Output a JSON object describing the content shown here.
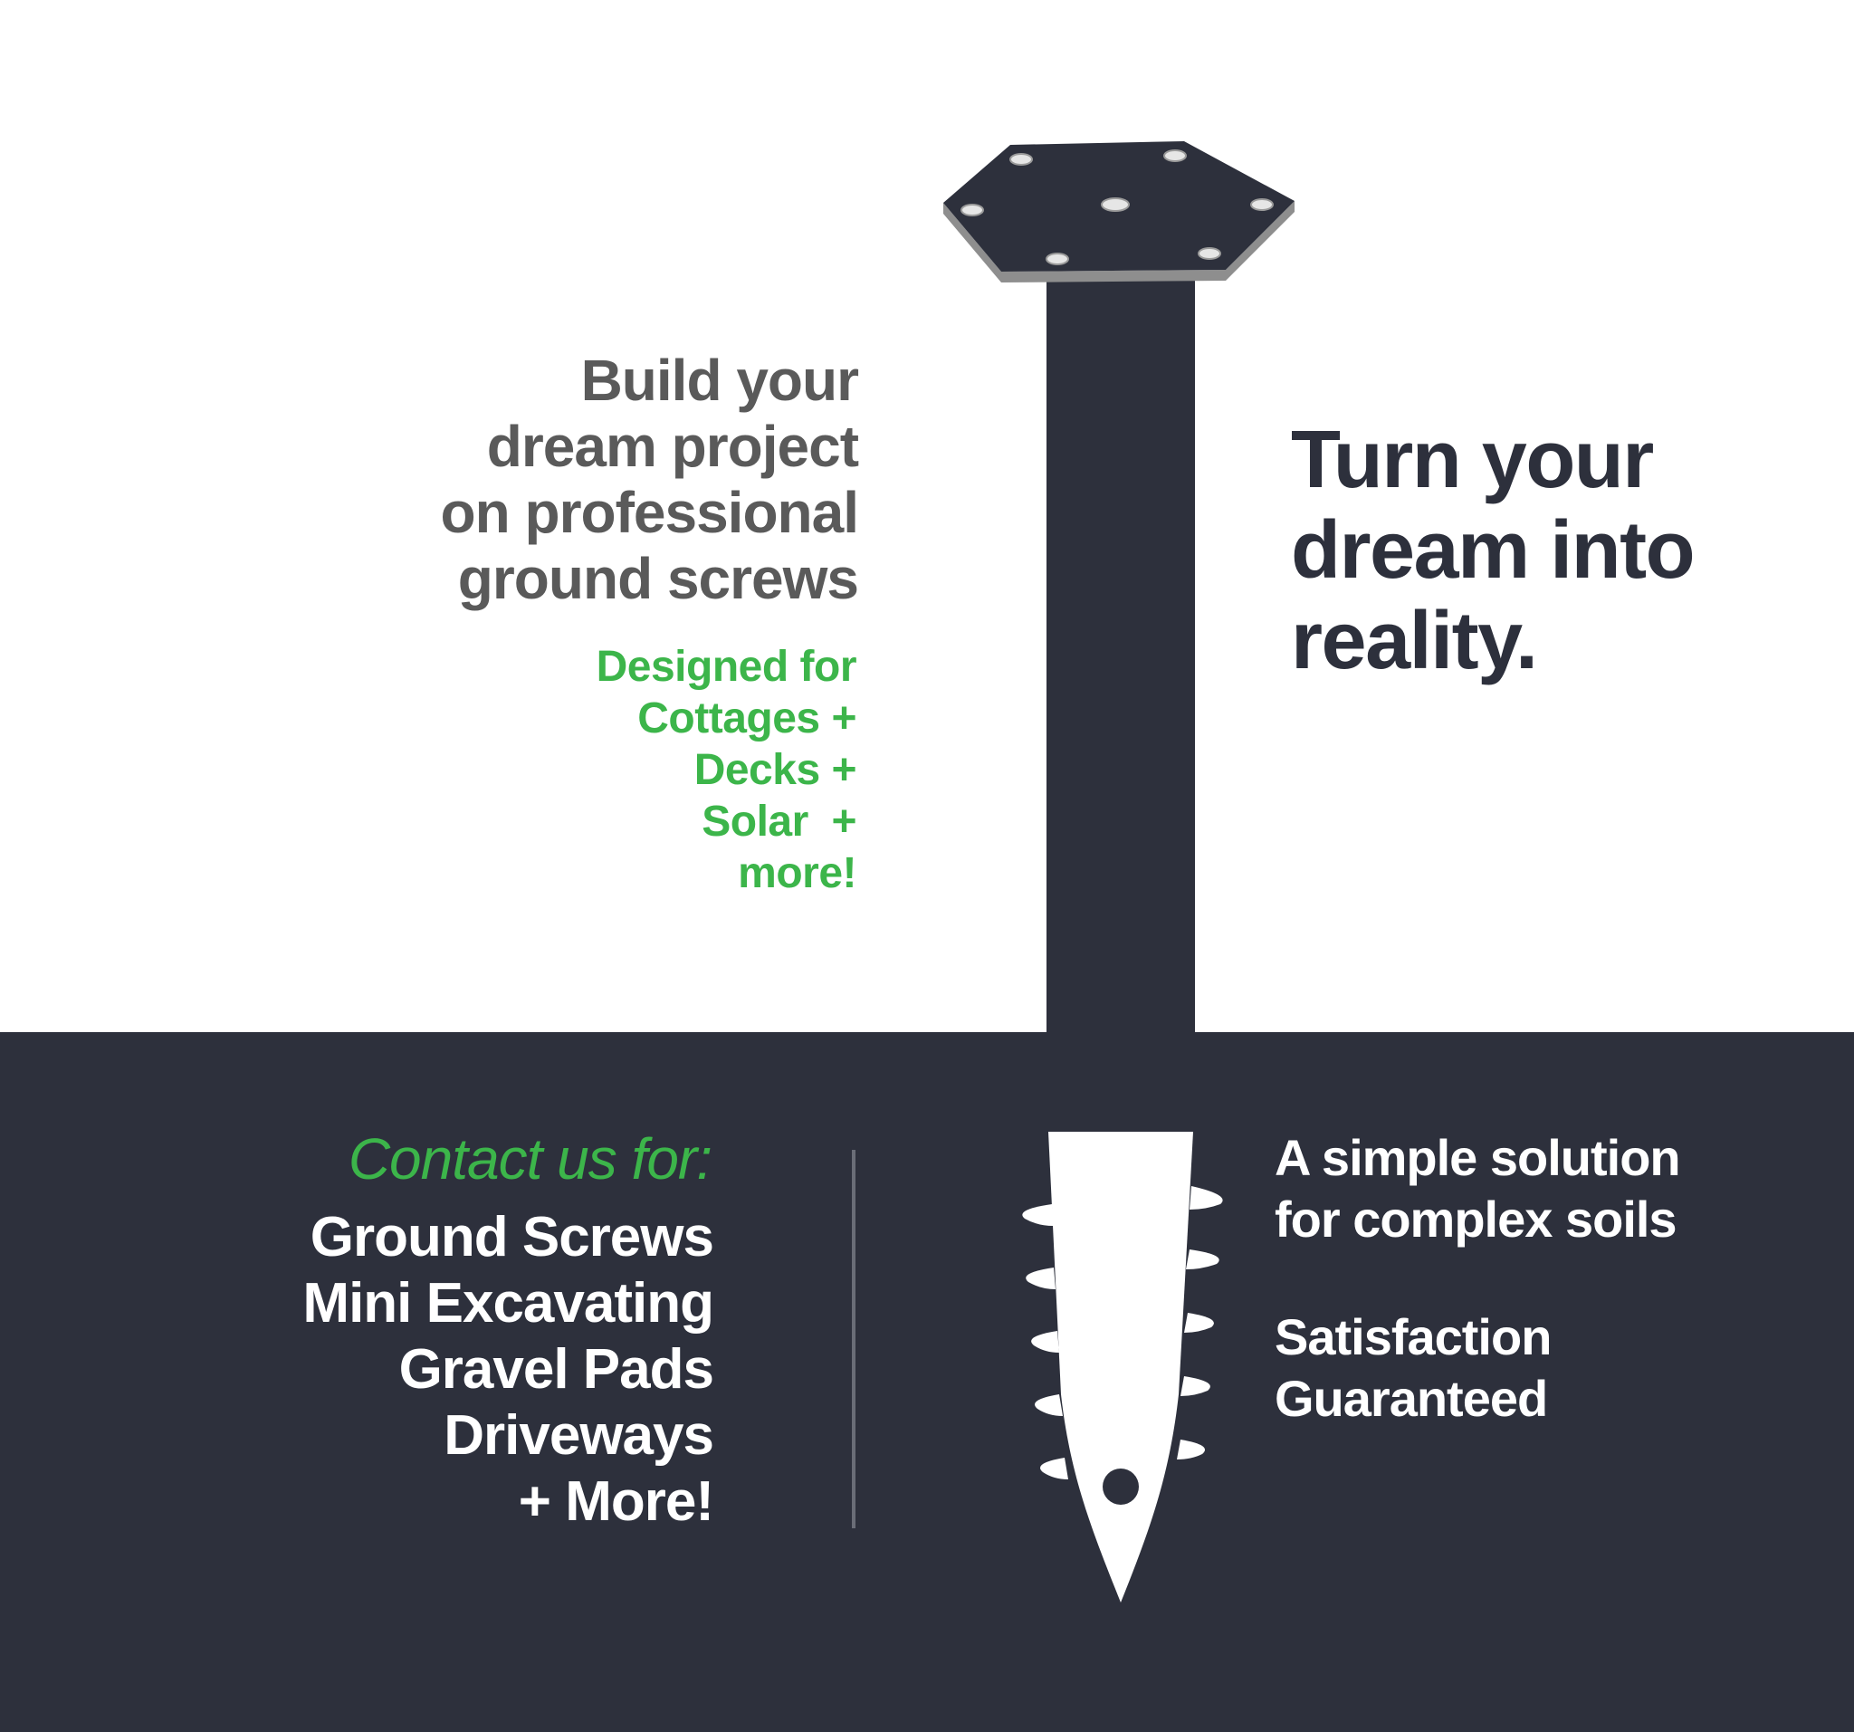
{
  "top": {
    "headline_left": [
      "Build your",
      "dream project",
      "on professional",
      "ground screws"
    ],
    "designed_for": [
      "Designed for",
      "Cottages +",
      "Decks +",
      "Solar  +",
      "more!"
    ],
    "headline_right": [
      "Turn your",
      "dream into",
      "reality."
    ]
  },
  "bottom": {
    "contact_heading": "Contact us for:",
    "services": [
      "Ground Screws",
      "Mini Excavating",
      "Gravel Pads",
      "Driveways",
      "+ More!"
    ],
    "tagline": [
      "A simple solution",
      "for complex soils"
    ],
    "guarantee": [
      "Satisfaction",
      "Guaranteed"
    ]
  },
  "colors": {
    "dark": "#2d303c",
    "green": "#3cb54a",
    "gray_text": "#5a5a5a",
    "white": "#ffffff"
  },
  "icons": [
    "hex-plate-icon",
    "ground-screw-icon"
  ]
}
